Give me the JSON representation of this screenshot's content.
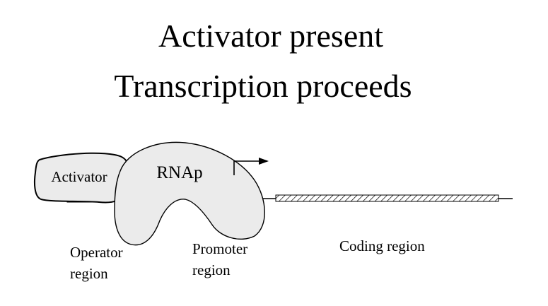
{
  "title": {
    "line1": "Activator present",
    "line2": "Transcription proceeds"
  },
  "shapes": {
    "activator": "Activator",
    "rnap": "RNAp"
  },
  "regions": {
    "operator": [
      "Operator",
      "region"
    ],
    "promoter": [
      "Promoter",
      "region"
    ],
    "coding": "Coding region"
  },
  "colors": {
    "shape_fill": "#ebebeb",
    "outline": "#000000",
    "background": "#ffffff"
  },
  "icons": {
    "transcription_start": "arrow-right-icon",
    "region_pattern": "diagonal-hatch"
  }
}
